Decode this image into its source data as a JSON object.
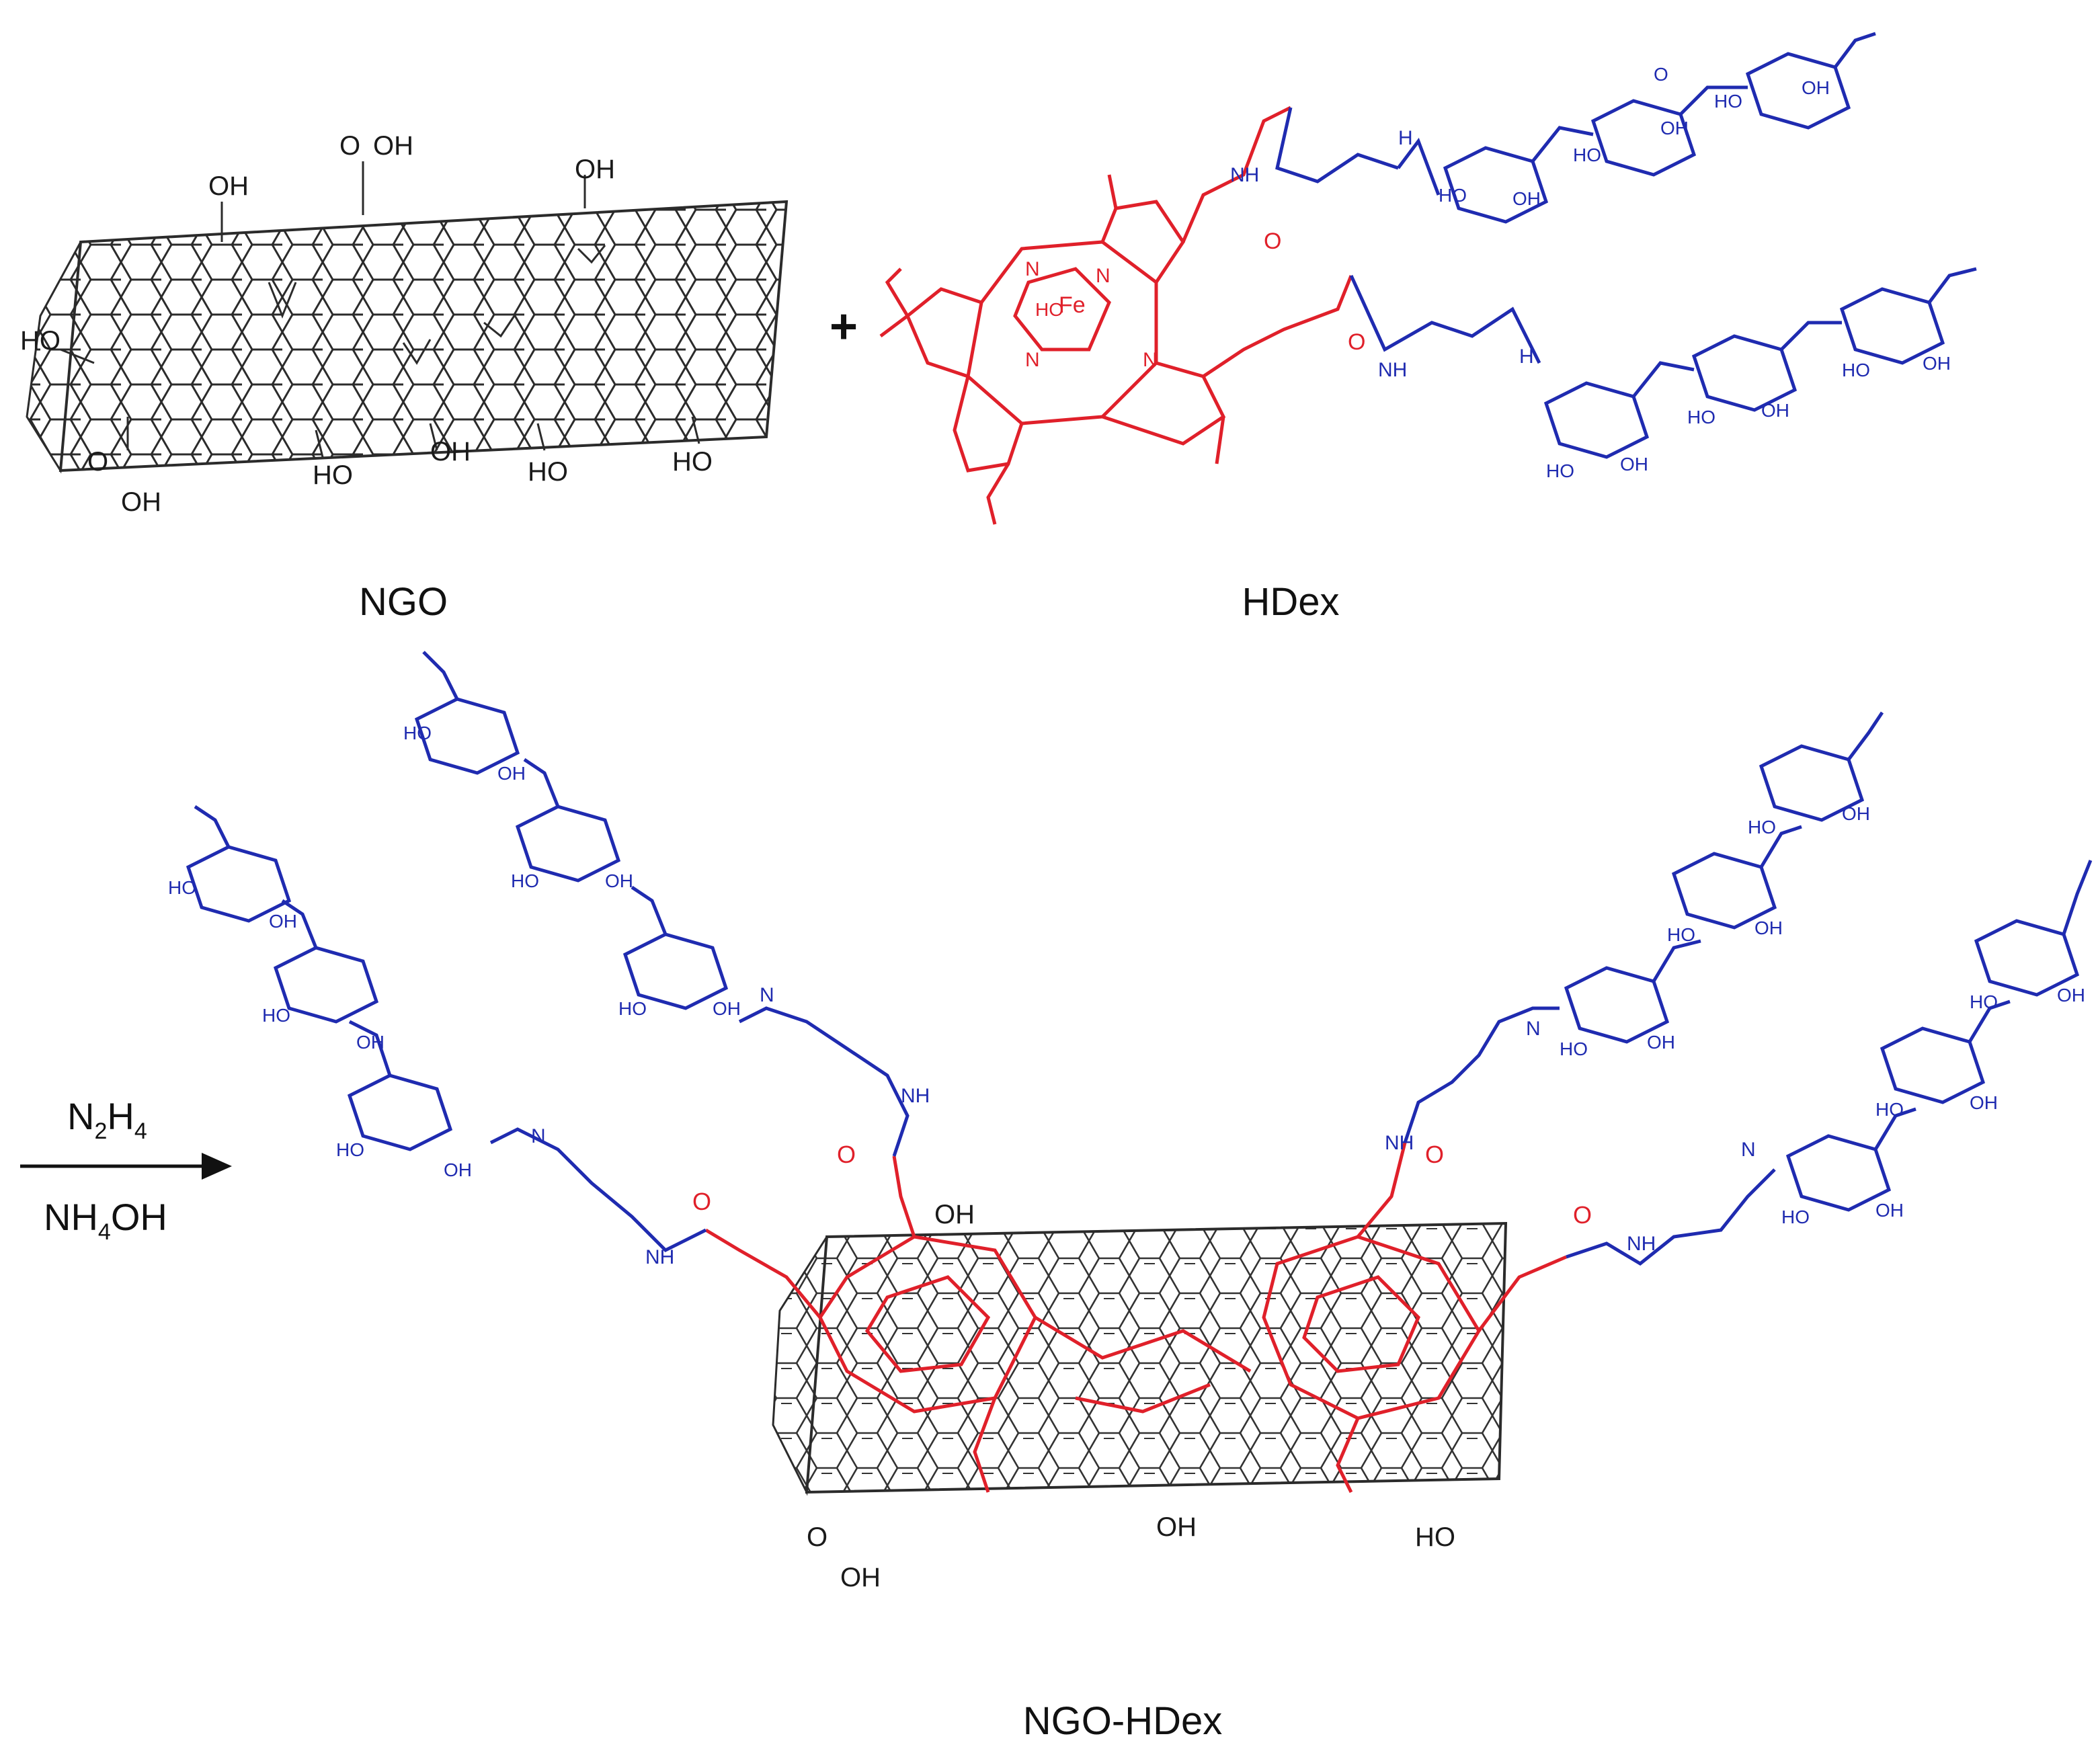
{
  "labels": {
    "ngo": "NGO",
    "hdex": "HDex",
    "product": "NGO-HDex",
    "plus": "+"
  },
  "reagents": {
    "top_main": "N",
    "top_sub": "2",
    "top_main2": "H",
    "top_sub2": "4",
    "bottom_main": "NH",
    "bottom_sub": "4",
    "bottom_rest": "OH"
  },
  "atom_labels": {
    "oh": "OH",
    "ho": "HO",
    "cooh": "OH",
    "o": "O",
    "n": "N",
    "nh": "NH",
    "h": "H",
    "fe": "Fe"
  },
  "colors": {
    "sheet": "#2b2b2b",
    "porphyrin": "#e0202a",
    "sugar": "#1f2bb0",
    "text": "#111111"
  }
}
